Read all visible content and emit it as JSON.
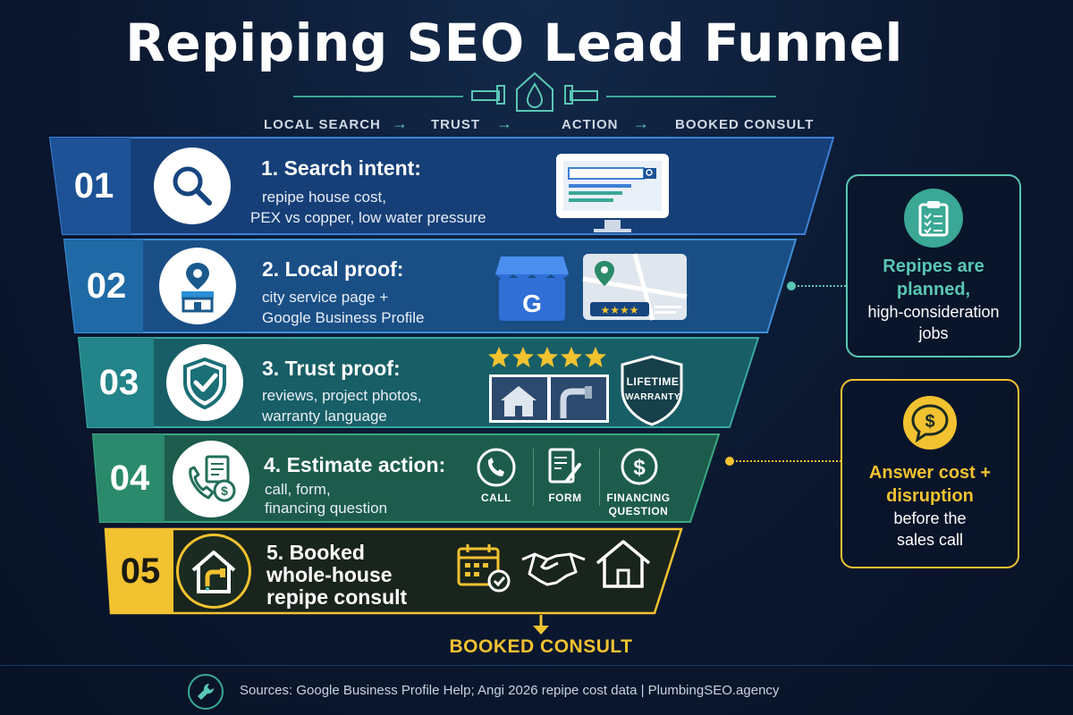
{
  "title": "Repiping SEO Lead Funnel",
  "breadcrumb": {
    "steps": [
      "LOCAL SEARCH",
      "TRUST",
      "ACTION",
      "BOOKED CONSULT"
    ],
    "arrow": "→"
  },
  "tiers": [
    {
      "number": "01",
      "title": "1. Search intent:",
      "desc_lines": [
        "repipe house cost,",
        "PEX vs copper, low water pressure"
      ],
      "color": "#17457f",
      "icon": "magnifier-icon"
    },
    {
      "number": "02",
      "title": "2. Local proof:",
      "desc_lines": [
        "city service page +",
        "Google Business Profile"
      ],
      "color": "#1b5a8c",
      "icon": "location-storefront-icon"
    },
    {
      "number": "03",
      "title": "3. Trust proof:",
      "desc_lines": [
        "reviews, project photos,",
        "warranty language"
      ],
      "color": "#1b6f76",
      "icon": "shield-check-icon",
      "badge_lines": [
        "LIFETIME",
        "WARRANTY"
      ]
    },
    {
      "number": "04",
      "title": "4. Estimate action:",
      "desc_lines": [
        "call, form,",
        "financing question"
      ],
      "color": "#236e5a",
      "icon": "phone-form-icon",
      "actions": [
        {
          "label_lines": [
            "CALL"
          ],
          "icon": "phone-icon"
        },
        {
          "label_lines": [
            "FORM"
          ],
          "icon": "form-icon"
        },
        {
          "label_lines": [
            "FINANCING",
            "QUESTION"
          ],
          "icon": "dollar-icon"
        }
      ]
    },
    {
      "number": "05",
      "title_lines": [
        "5. Booked",
        "whole-house",
        "repipe consult"
      ],
      "color": "#1b2b22",
      "accent": "#f2c230",
      "icon": "house-pipe-icon"
    }
  ],
  "side_notes": [
    {
      "head_lines": [
        "Repipes are",
        "planned,"
      ],
      "body_lines": [
        "high-consideration",
        "jobs"
      ],
      "accent": "#5ac7b4",
      "icon": "clipboard-checklist-icon"
    },
    {
      "head_lines": [
        "Answer cost +",
        "disruption"
      ],
      "body_lines": [
        "before the",
        "sales call"
      ],
      "accent": "#f2c230",
      "icon": "dollar-chat-icon"
    }
  ],
  "bottom_label": "BOOKED CONSULT",
  "footer": "Sources: Google Business Profile Help; Angi 2026 repipe cost data  |  PlumbingSEO.agency",
  "colors": {
    "background": "#0b1830",
    "teal": "#5ac7b4",
    "gold": "#f2c230",
    "blue_border": "#3f7fd6"
  }
}
